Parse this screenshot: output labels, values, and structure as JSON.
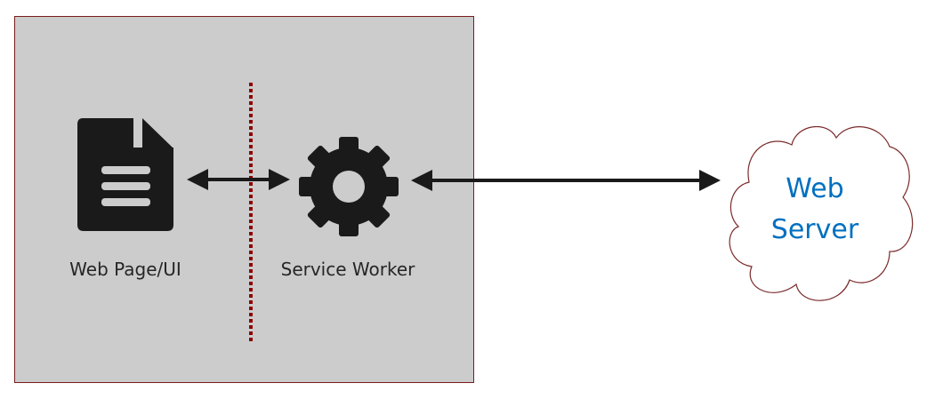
{
  "diagram": {
    "client_box": {
      "page_label": "Web Page/UI",
      "worker_label": "Service Worker"
    },
    "server": {
      "line1": "Web",
      "line2": "Server"
    },
    "icons": [
      "document-icon",
      "gear-icon",
      "cloud-icon"
    ],
    "colors": {
      "box_fill": "#cccccc",
      "box_border": "#7b1c1c",
      "boundary_line": "#8b0000",
      "icon": "#1a1a1a",
      "server_text": "#0070c0",
      "cloud_border": "#7b2b2b"
    }
  }
}
